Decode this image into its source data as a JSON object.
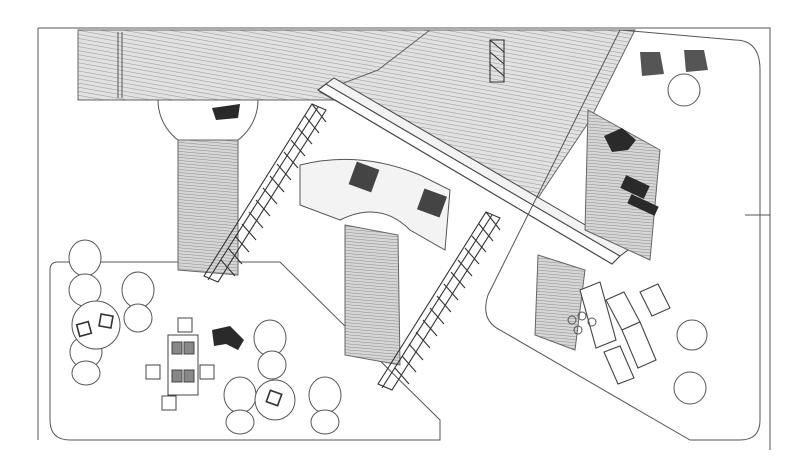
{
  "drawing": {
    "kind": "axonometric floor plan sketch",
    "palette": {
      "paper": "#ffffff",
      "line": "#555555",
      "hatch": "#9a9a9a",
      "block": "#e3e3e3",
      "furniture_dark": "#2a2a2a"
    },
    "elements": [
      "outer-boundary",
      "diagonal-wall-band",
      "steel-truss-left",
      "steel-truss-right",
      "ceiling-beam",
      "curved-counter",
      "lounge-chairs",
      "round-tables",
      "dining-table",
      "bar-stools",
      "office-desks",
      "reception-figure"
    ]
  }
}
